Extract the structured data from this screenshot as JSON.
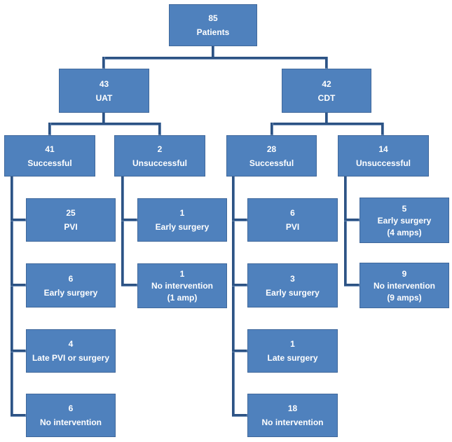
{
  "flowchart": {
    "description": "Patient treatment flow diagram",
    "colors": {
      "box_fill": "#4f81bd",
      "box_border": "#40689b",
      "connector": "#2d5384",
      "text": "#ffffff",
      "background": "#ffffff"
    },
    "root": {
      "count": "85",
      "label": "Patients"
    },
    "branches": [
      {
        "count": "43",
        "label": "UAT",
        "children": [
          {
            "count": "41",
            "label": "Successful",
            "outcomes": [
              {
                "count": "25",
                "label": "PVI"
              },
              {
                "count": "6",
                "label": "Early surgery"
              },
              {
                "count": "4",
                "label": "Late PVI or surgery"
              },
              {
                "count": "6",
                "label": "No intervention"
              }
            ]
          },
          {
            "count": "2",
            "label": "Unsuccessful",
            "outcomes": [
              {
                "count": "1",
                "label": "Early surgery"
              },
              {
                "count": "1",
                "label": "No intervention",
                "note": "(1 amp)"
              }
            ]
          }
        ]
      },
      {
        "count": "42",
        "label": "CDT",
        "children": [
          {
            "count": "28",
            "label": "Successful",
            "outcomes": [
              {
                "count": "6",
                "label": "PVI"
              },
              {
                "count": "3",
                "label": "Early surgery"
              },
              {
                "count": "1",
                "label": "Late surgery"
              },
              {
                "count": "18",
                "label": "No intervention"
              }
            ]
          },
          {
            "count": "14",
            "label": "Unsuccessful",
            "outcomes": [
              {
                "count": "5",
                "label": "Early surgery",
                "note": "(4 amps)"
              },
              {
                "count": "9",
                "label": "No intervention",
                "note": "(9 amps)"
              }
            ]
          }
        ]
      }
    ]
  }
}
